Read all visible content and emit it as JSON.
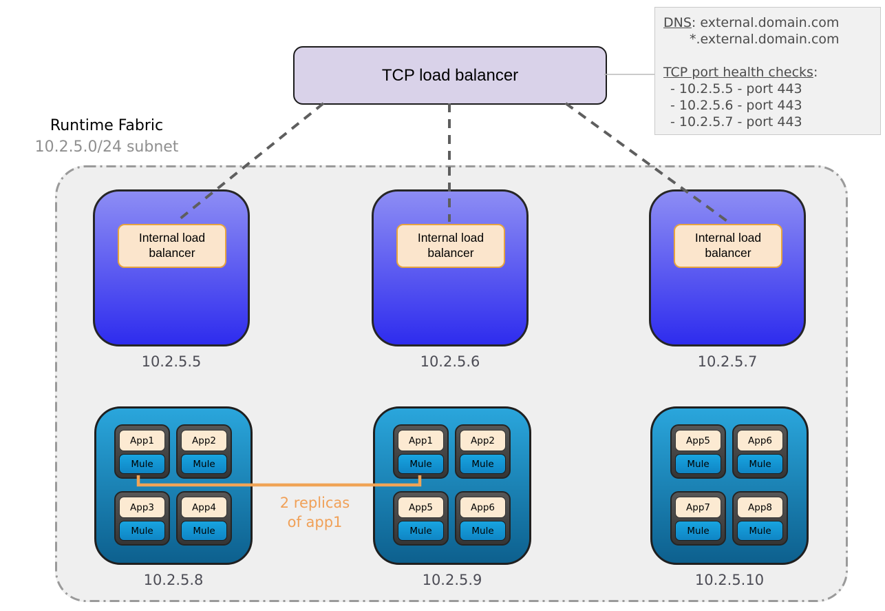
{
  "tcp_lb": {
    "label": "TCP load balancer"
  },
  "info_box": {
    "dns_label": "DNS",
    "dns_rest": ": external.domain.com",
    "dns_wildcard": "*.external.domain.com",
    "health_label": "TCP port health checks",
    "health_colon": ":",
    "checks": [
      "- 10.2.5.5 - port 443",
      "- 10.2.5.6 - port 443",
      "- 10.2.5.7 - port 443"
    ]
  },
  "fabric": {
    "title": "Runtime Fabric",
    "subnet": "10.2.5.0/24 subnet"
  },
  "controller_nodes": [
    {
      "ip": "10.2.5.5",
      "box_label": "Internal load balancer"
    },
    {
      "ip": "10.2.5.6",
      "box_label": "Internal load balancer"
    },
    {
      "ip": "10.2.5.7",
      "box_label": "Internal load balancer"
    }
  ],
  "worker_nodes": [
    {
      "ip": "10.2.5.8",
      "pods": [
        {
          "app": "App1",
          "runtime": "Mule"
        },
        {
          "app": "App2",
          "runtime": "Mule"
        },
        {
          "app": "App3",
          "runtime": "Mule"
        },
        {
          "app": "App4",
          "runtime": "Mule"
        }
      ]
    },
    {
      "ip": "10.2.5.9",
      "pods": [
        {
          "app": "App1",
          "runtime": "Mule"
        },
        {
          "app": "App2",
          "runtime": "Mule"
        },
        {
          "app": "App5",
          "runtime": "Mule"
        },
        {
          "app": "App6",
          "runtime": "Mule"
        }
      ]
    },
    {
      "ip": "10.2.5.10",
      "pods": [
        {
          "app": "App5",
          "runtime": "Mule"
        },
        {
          "app": "App6",
          "runtime": "Mule"
        },
        {
          "app": "App7",
          "runtime": "Mule"
        },
        {
          "app": "App8",
          "runtime": "Mule"
        }
      ]
    }
  ],
  "replica_note": {
    "line1": "2 replicas",
    "line2": "of app1"
  },
  "colors": {
    "tcp_lb_fill": "#d9d2e9",
    "controller_gradient_top": "#8d8df4",
    "controller_gradient_bottom": "#2e2cee",
    "worker_gradient_top": "#2aa6dc",
    "worker_gradient_bottom": "#0d608e",
    "internal_lb_fill": "#fbe5cc",
    "internal_lb_border": "#e6a43f",
    "app_fill": "#fcead2",
    "mule_fill": "#18a4e0",
    "pod_fill": "#424242",
    "fabric_fill": "#efefef",
    "dashed_connector": "#5e5e5e",
    "replica_connector": "#f0a456",
    "replica_text": "#f0a057",
    "ip_label": "#4c4c55",
    "subnet_text": "#8f8f8f"
  }
}
